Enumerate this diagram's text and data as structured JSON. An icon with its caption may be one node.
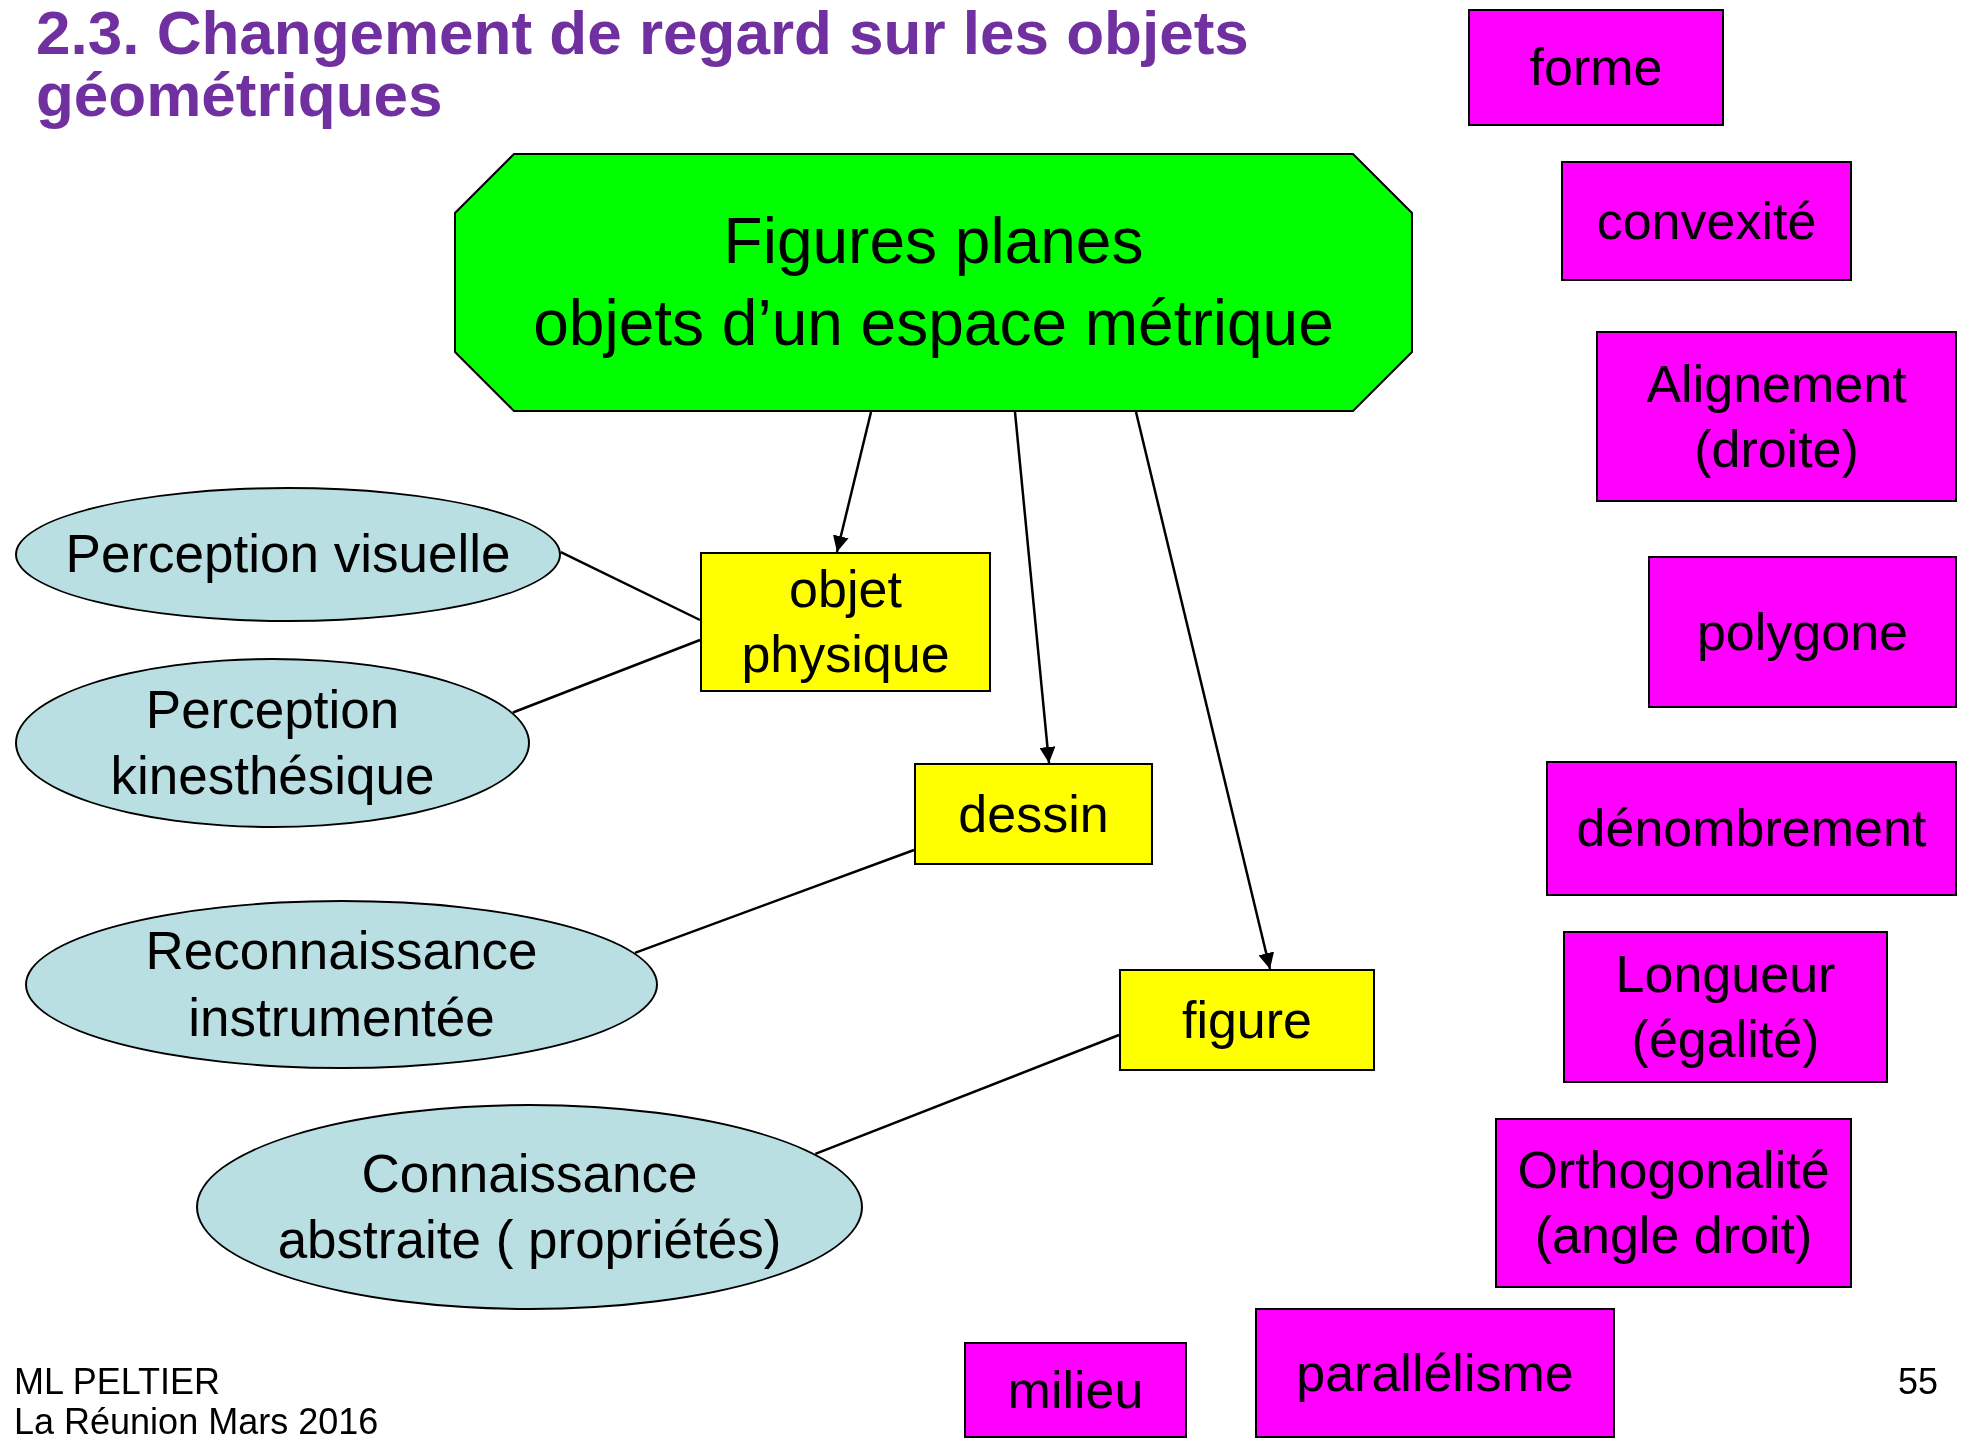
{
  "diagram": {
    "title": "2.3. Changement de regard sur les objets géométriques",
    "nodes": [
      {
        "text": [
          "Figures planes",
          "objets d’un espace métrique"
        ]
      },
      {
        "text": [
          "Perception visuelle"
        ]
      },
      {
        "text": [
          "Perception kinesthésique"
        ]
      },
      {
        "text": [
          "objet physique"
        ]
      },
      {
        "text": [
          "dessin"
        ]
      },
      {
        "text": [
          "Reconnaissance instrumentée"
        ]
      },
      {
        "text": [
          "figure"
        ]
      },
      {
        "text": [
          "Connaissance abstraite ( propriétés)"
        ]
      },
      {
        "text": [
          "forme"
        ]
      },
      {
        "text": [
          "convexité"
        ]
      },
      {
        "text": [
          "Alignement (droite)"
        ]
      },
      {
        "text": [
          "polygone"
        ]
      },
      {
        "text": [
          "dénombrement"
        ]
      },
      {
        "text": [
          "Longueur (égalité)"
        ]
      },
      {
        "text": [
          "Orthogonalité (angle droit)"
        ]
      },
      {
        "text": [
          "milieu"
        ]
      },
      {
        "text": [
          "parallélisme"
        ]
      }
    ],
    "edges": [
      {
        "from": 0,
        "to": 3,
        "arrow": "to"
      },
      {
        "from": 0,
        "to": 4,
        "arrow": "to"
      },
      {
        "from": 0,
        "to": 6,
        "arrow": "to"
      },
      {
        "from": 1,
        "to": 3,
        "arrow": "none"
      },
      {
        "from": 2,
        "to": 3,
        "arrow": "none"
      },
      {
        "from": 5,
        "to": 4,
        "arrow": "none"
      },
      {
        "from": 7,
        "to": 6,
        "arrow": "none"
      }
    ],
    "labels": [
      "ML PELTIER",
      "La Réunion Mars 2016",
      "55"
    ]
  }
}
